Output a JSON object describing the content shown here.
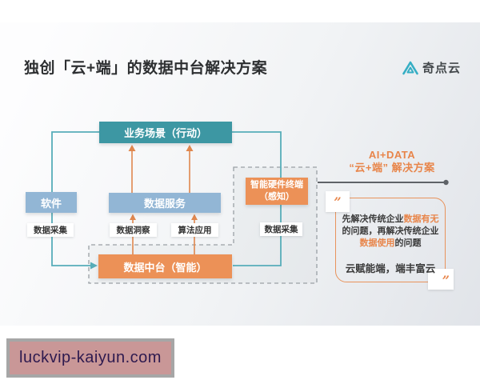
{
  "title": "独创「云+端」的数据中台解决方案",
  "logo": {
    "name": "奇点云"
  },
  "diagram": {
    "business_scene": "业务场景（行动）",
    "software": "软件",
    "data_service": "数据服务",
    "data_collect_left": "数据采集",
    "data_insight": "数据洞察",
    "algorithm_app": "算法应用",
    "hardware_line1": "智能硬件终端",
    "hardware_line2": "（感知）",
    "data_collect_right": "数据采集",
    "data_platform": "数据中台（智能）"
  },
  "solution": {
    "headline1": "AI+DATA",
    "headline2": "“云+端” 解决方案",
    "quote_open": "”",
    "quote_close": "”",
    "q_seg1": "先解决传统企业",
    "q_hl1": "数据有无",
    "q_seg2": "的问题，再解决传统企业",
    "q_hl2": "数据使用",
    "q_seg3": "的问题",
    "q_footer": "云赋能端，端丰富云"
  },
  "watermark": "luckvip-kaiyun.com",
  "colors": {
    "teal_box": "#3d97a3",
    "blue_box": "#92b6d5",
    "orange_box": "#ec9157",
    "orange_text": "#e8854a",
    "teal_line": "#57adb9",
    "orange_line": "#e0874e",
    "dashed_border": "#9aa0a5",
    "gray_line": "#5f6368"
  }
}
